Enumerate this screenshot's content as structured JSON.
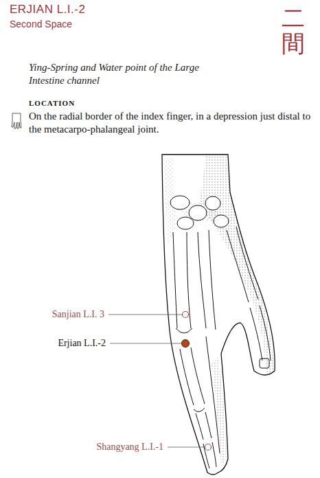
{
  "diagram": {
    "title": "ERJIAN L.I.-2",
    "labels": [
      "Second Space",
      "Ying-Spring and Water point of the Large Intestine channel",
      "二間",
      "LOCATION",
      "On the radial border of the index finger, in a depression just distal to the metacarpo-phalangeal joint.",
      "Sanjian L.I. 3",
      "Erjian L.I.-2",
      "Shangyang L.I.-1"
    ]
  }
}
